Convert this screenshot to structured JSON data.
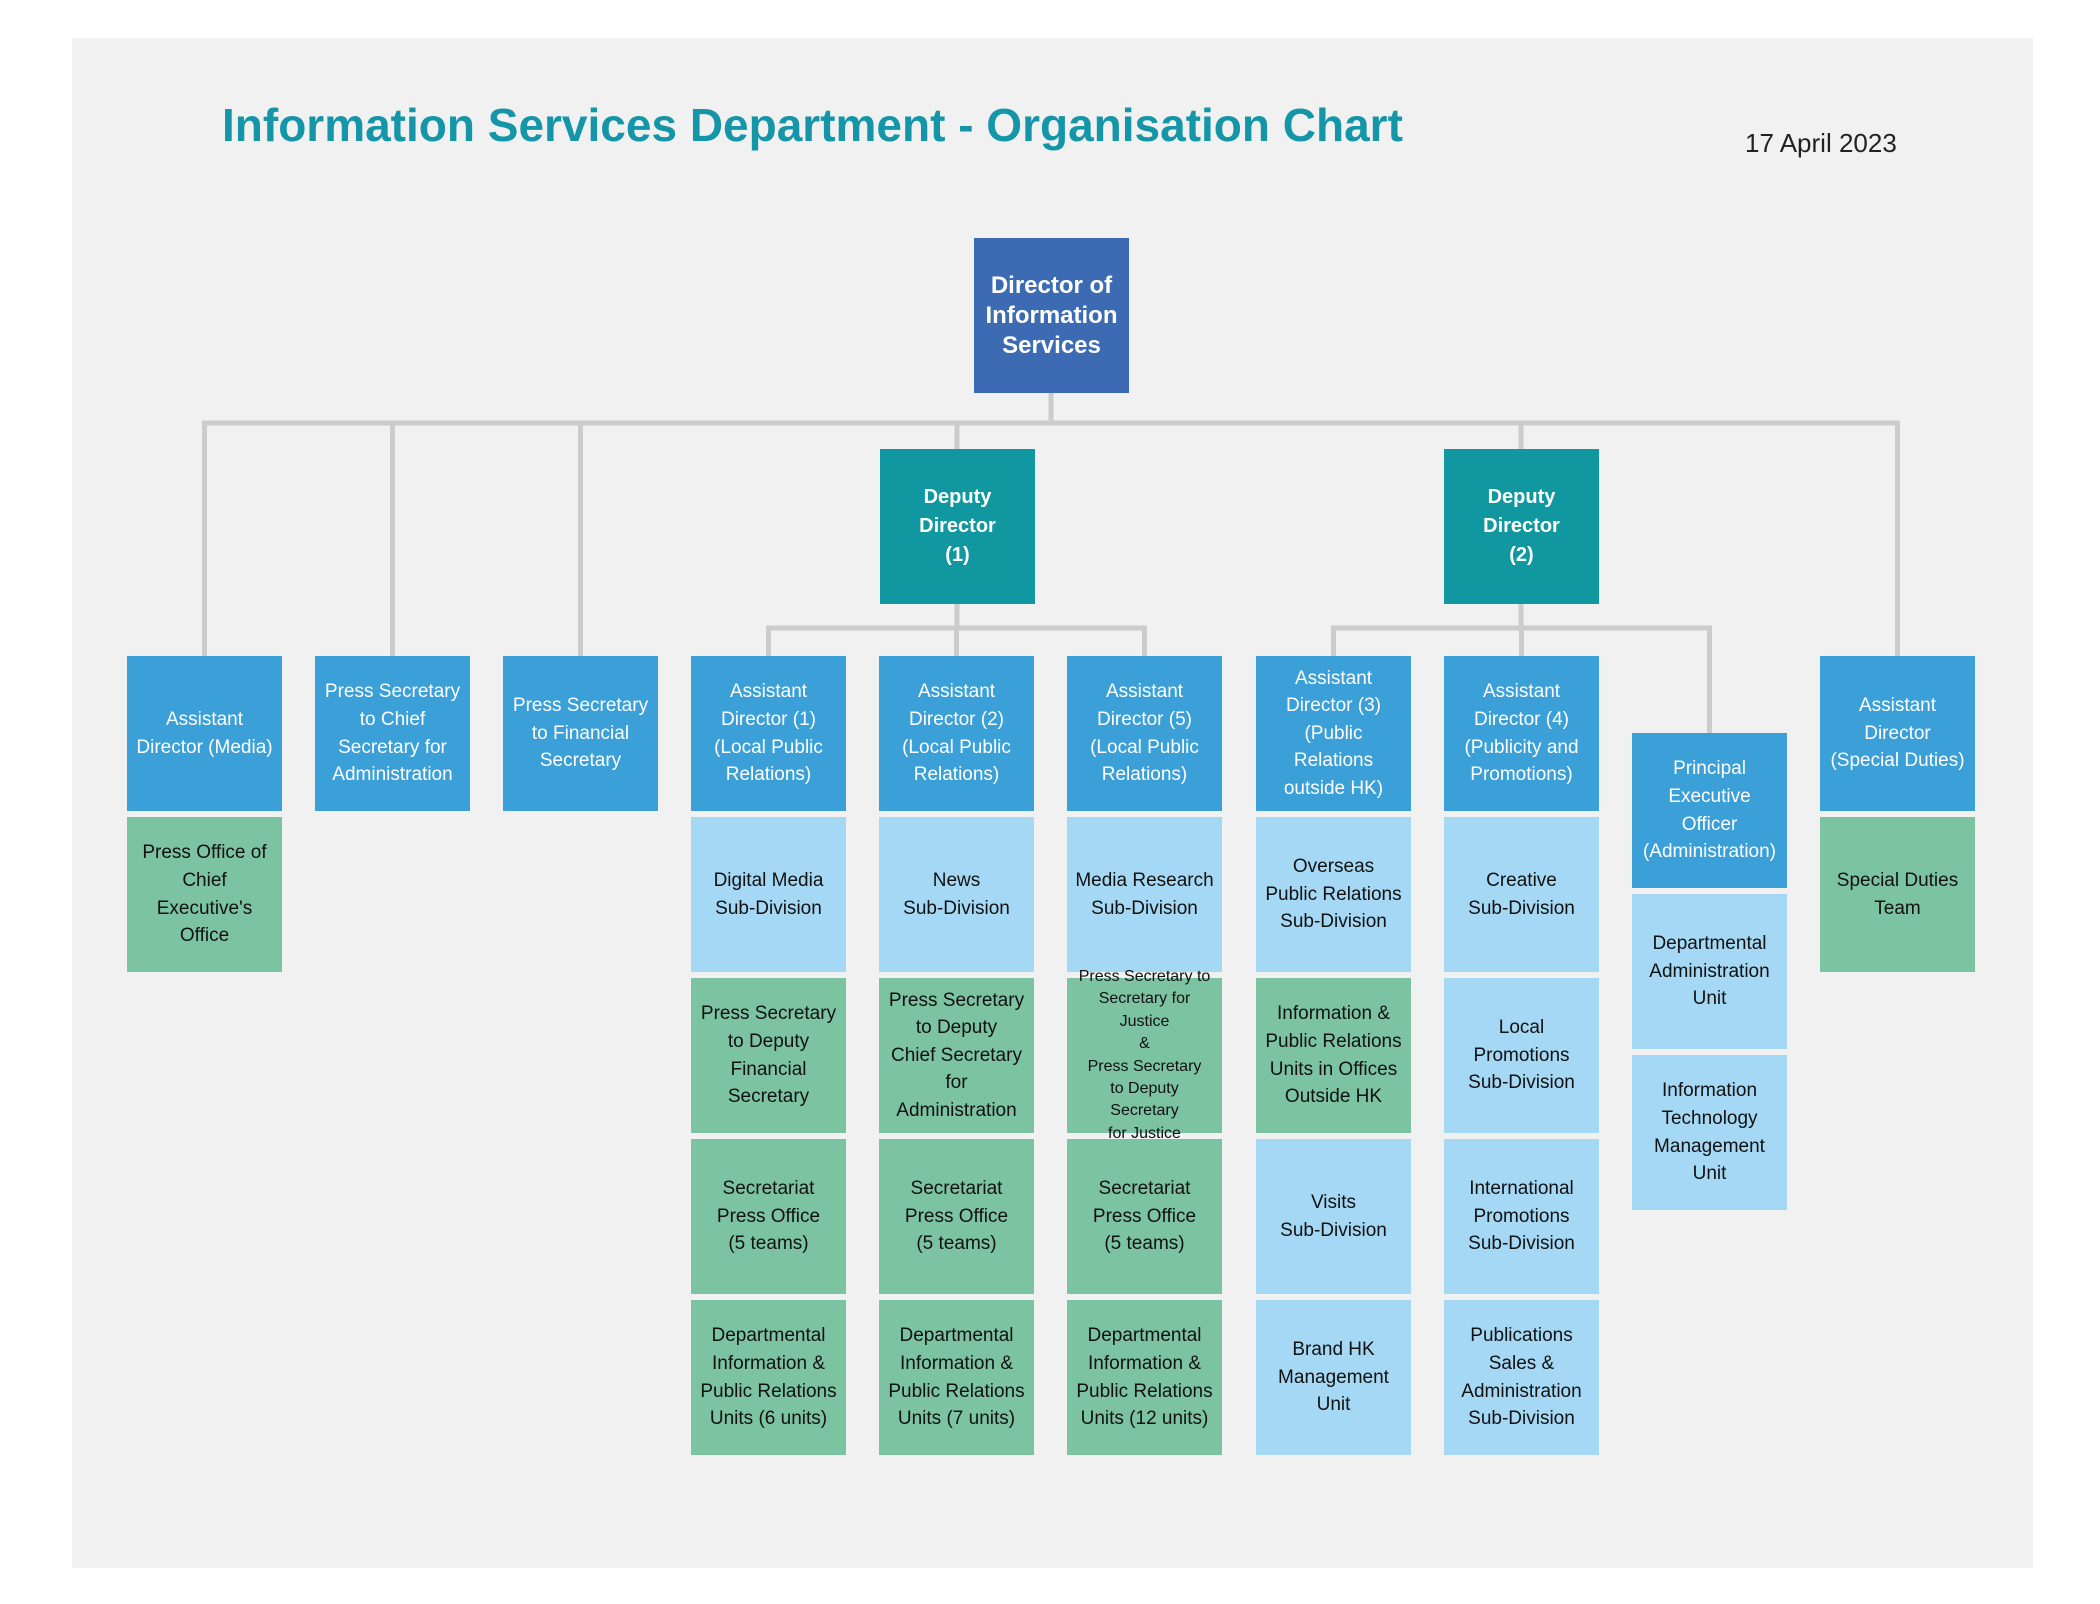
{
  "title": "Information Services Department - Organisation Chart",
  "date": "17 April 2023",
  "colors": {
    "title": "#1496a8",
    "director": "#3d6bb3",
    "deputy": "#11979f",
    "head": "#3b9fd8",
    "unit_blue": "#a4d8f4",
    "unit_green": "#7cc3a2",
    "connector": "#cccccc",
    "background": "#f1f1f1"
  },
  "director": "Director of\nInformation\nServices",
  "deputies": [
    "Deputy Director\n(1)",
    "Deputy Director\n(2)"
  ],
  "columns": [
    {
      "head": "Assistant\nDirector (Media)",
      "units": [
        {
          "label": "Press Office of\nChief Executive's\nOffice",
          "color": "green"
        }
      ]
    },
    {
      "head": "Press Secretary\nto Chief\nSecretary for\nAdministration",
      "units": []
    },
    {
      "head": "Press Secretary\nto Financial\nSecretary",
      "units": []
    },
    {
      "head": "Assistant\nDirector (1)\n(Local Public\nRelations)",
      "units": [
        {
          "label": "Digital Media\nSub-Division",
          "color": "blue"
        },
        {
          "label": "Press Secretary\nto Deputy\nFinancial\nSecretary",
          "color": "green"
        },
        {
          "label": "Secretariat\nPress Office\n(5 teams)",
          "color": "green"
        },
        {
          "label": "Departmental\nInformation &\nPublic Relations\nUnits (6 units)",
          "color": "green"
        }
      ]
    },
    {
      "head": "Assistant\nDirector (2)\n(Local Public\nRelations)",
      "units": [
        {
          "label": "News\nSub-Division",
          "color": "blue"
        },
        {
          "label": "Press Secretary\nto Deputy\nChief Secretary\nfor Administration",
          "color": "green"
        },
        {
          "label": "Secretariat\nPress Office\n(5 teams)",
          "color": "green"
        },
        {
          "label": "Departmental\nInformation &\nPublic Relations\nUnits (7 units)",
          "color": "green"
        }
      ]
    },
    {
      "head": "Assistant\nDirector (5)\n(Local Public\nRelations)",
      "units": [
        {
          "label": "Media Research\nSub-Division",
          "color": "blue"
        },
        {
          "label": "Press Secretary to\nSecretary for Justice\n&\nPress Secretary\nto Deputy Secretary\nfor Justice",
          "color": "green",
          "small": true
        },
        {
          "label": "Secretariat\nPress Office\n(5 teams)",
          "color": "green"
        },
        {
          "label": "Departmental\nInformation &\nPublic Relations\nUnits (12 units)",
          "color": "green"
        }
      ]
    },
    {
      "head": "Assistant\nDirector (3)\n(Public Relations\noutside HK)",
      "units": [
        {
          "label": "Overseas\nPublic Relations\nSub-Division",
          "color": "blue"
        },
        {
          "label": "Information &\nPublic Relations\nUnits in Offices\nOutside HK",
          "color": "green"
        },
        {
          "label": "Visits\nSub-Division",
          "color": "blue"
        },
        {
          "label": "Brand HK\nManagement\nUnit",
          "color": "blue"
        }
      ]
    },
    {
      "head": "Assistant\nDirector (4)\n(Publicity and\nPromotions)",
      "units": [
        {
          "label": "Creative\nSub-Division",
          "color": "blue"
        },
        {
          "label": "Local\nPromotions\nSub-Division",
          "color": "blue"
        },
        {
          "label": "International\nPromotions\nSub-Division",
          "color": "blue"
        },
        {
          "label": "Publications\nSales &\nAdministration\nSub-Division",
          "color": "blue"
        }
      ]
    },
    {
      "head": "Principal\nExecutive Officer\n(Administration)",
      "units": [
        {
          "label": "Departmental\nAdministration\nUnit",
          "color": "blue"
        },
        {
          "label": "Information\nTechnology\nManagement\nUnit",
          "color": "blue"
        }
      ]
    },
    {
      "head": "Assistant\nDirector\n(Special Duties)",
      "units": [
        {
          "label": "Special Duties\nTeam",
          "color": "green"
        }
      ]
    }
  ]
}
